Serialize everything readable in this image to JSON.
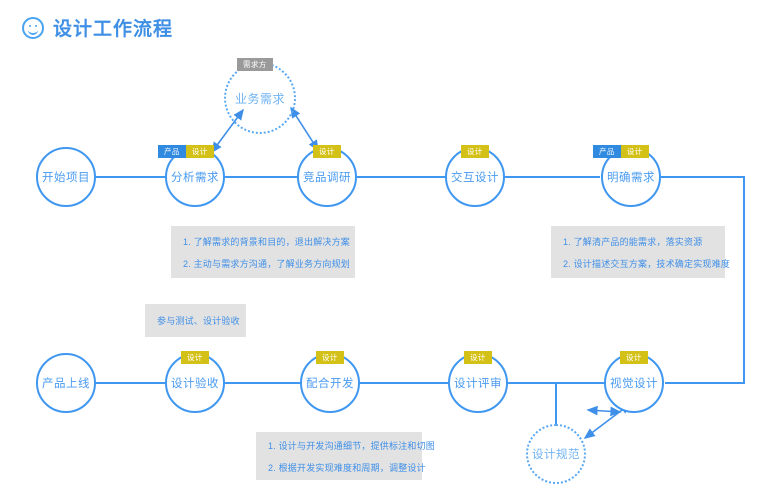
{
  "header": {
    "title": "设计工作流程",
    "icon": "smiley-icon"
  },
  "colors": {
    "accent": "#3f97f0",
    "badge_product": "#2f8ae0",
    "badge_design": "#d4c117",
    "badge_stakeholder": "#9a9a9a",
    "note_bg": "#e2e2e2",
    "text_blue": "#3f8fe8"
  },
  "flow": {
    "row1": [
      {
        "label": "开始项目",
        "badges": []
      },
      {
        "label": "分析需求",
        "badges": [
          {
            "text": "产品",
            "color": "blue"
          },
          {
            "text": "设计",
            "color": "yellow"
          }
        ]
      },
      {
        "label": "竞品调研",
        "badges": [
          {
            "text": "设计",
            "color": "yellow"
          }
        ]
      },
      {
        "label": "交互设计",
        "badges": [
          {
            "text": "设计",
            "color": "yellow"
          }
        ]
      },
      {
        "label": "明确需求",
        "badges": [
          {
            "text": "产品",
            "color": "blue"
          },
          {
            "text": "设计",
            "color": "yellow"
          }
        ]
      }
    ],
    "row2": [
      {
        "label": "产品上线",
        "badges": []
      },
      {
        "label": "设计验收",
        "badges": [
          {
            "text": "设计",
            "color": "yellow"
          }
        ]
      },
      {
        "label": "配合开发",
        "badges": [
          {
            "text": "设计",
            "color": "yellow"
          }
        ]
      },
      {
        "label": "设计评审",
        "badges": [
          {
            "text": "设计",
            "color": "yellow"
          }
        ]
      },
      {
        "label": "视觉设计",
        "badges": [
          {
            "text": "设计",
            "color": "yellow"
          }
        ]
      }
    ],
    "satellites": [
      {
        "label": "业务需求",
        "badge": {
          "text": "需求方",
          "color": "gray"
        }
      },
      {
        "label": "设计规范",
        "badge": null
      }
    ]
  },
  "notes": {
    "requirements": {
      "lines": [
        "1. 了解需求的背景和目的，退出解决方案",
        "2. 主动与需求方沟通，了解业务方向规划"
      ]
    },
    "clarify": {
      "lines": [
        "1. 了解清产品的能需求，落实资源",
        "2. 设计描述交互方案，技术确定实现难度"
      ]
    },
    "acceptance": {
      "lines": [
        "参与测试、设计验收"
      ]
    },
    "development": {
      "lines": [
        "1. 设计与开发沟通细节，提供标注和切图",
        "2. 根据开发实现难度和周期，调整设计"
      ]
    }
  }
}
